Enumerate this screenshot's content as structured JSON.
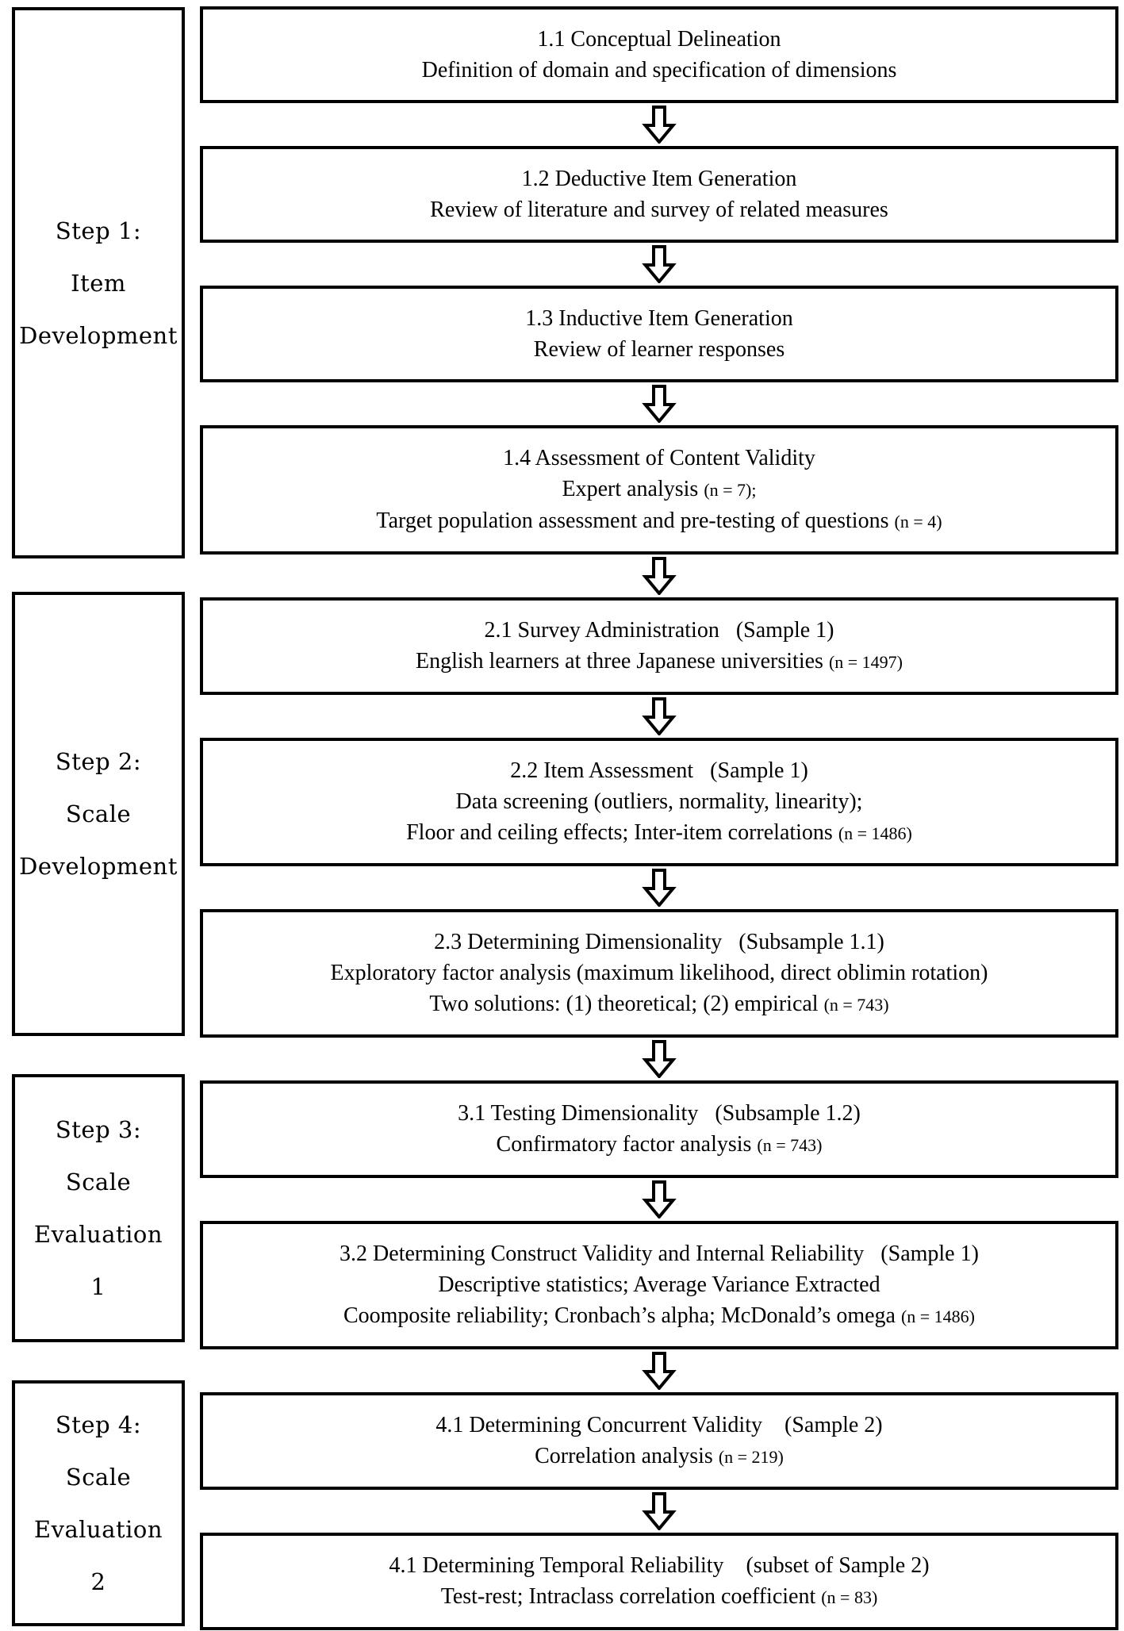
{
  "colors": {
    "border": "#000000",
    "background": "#ffffff",
    "text": "#000000"
  },
  "steps": [
    {
      "label_lines": [
        "Step 1:",
        "Item",
        "Development"
      ]
    },
    {
      "label_lines": [
        "Step 2:",
        "Scale",
        "Development"
      ]
    },
    {
      "label_lines": [
        "Step 3:",
        "Scale",
        "Evaluation",
        "1"
      ]
    },
    {
      "label_lines": [
        "Step 4:",
        "Scale",
        "Evaluation",
        "2"
      ]
    }
  ],
  "boxes": [
    {
      "id": "1-1",
      "lines": [
        [
          {
            "text": "1.1 Conceptual Delineation",
            "small": false
          }
        ],
        [
          {
            "text": "Definition of domain and specification of dimensions",
            "small": false
          }
        ]
      ]
    },
    {
      "id": "1-2",
      "lines": [
        [
          {
            "text": "1.2 Deductive Item Generation",
            "small": false
          }
        ],
        [
          {
            "text": "Review of literature and survey of related measures",
            "small": false
          }
        ]
      ]
    },
    {
      "id": "1-3",
      "lines": [
        [
          {
            "text": "1.3 Inductive Item Generation",
            "small": false
          }
        ],
        [
          {
            "text": "Review of learner responses",
            "small": false
          }
        ]
      ]
    },
    {
      "id": "1-4",
      "lines": [
        [
          {
            "text": "1.4 Assessment of Content Validity",
            "small": false
          }
        ],
        [
          {
            "text": "Expert analysis ",
            "small": false
          },
          {
            "text": "(n = 7);",
            "small": true
          }
        ],
        [
          {
            "text": "Target population assessment and pre-testing of questions ",
            "small": false
          },
          {
            "text": "(n = 4)",
            "small": true
          }
        ]
      ]
    },
    {
      "id": "2-1",
      "lines": [
        [
          {
            "text": "2.1 Survey Administration   (Sample 1)",
            "small": false
          }
        ],
        [
          {
            "text": "English learners at three Japanese universities ",
            "small": false
          },
          {
            "text": "(n = 1497)",
            "small": true
          }
        ]
      ]
    },
    {
      "id": "2-2",
      "lines": [
        [
          {
            "text": "2.2 Item Assessment   (Sample 1)",
            "small": false
          }
        ],
        [
          {
            "text": "Data screening (outliers, normality, linearity);",
            "small": false
          }
        ],
        [
          {
            "text": "Floor and ceiling effects; Inter-item correlations ",
            "small": false
          },
          {
            "text": "(n = 1486)",
            "small": true
          }
        ]
      ]
    },
    {
      "id": "2-3",
      "lines": [
        [
          {
            "text": "2.3 Determining Dimensionality   (Subsample 1.1)",
            "small": false
          }
        ],
        [
          {
            "text": "Exploratory factor analysis (maximum likelihood, direct oblimin rotation)",
            "small": false
          }
        ],
        [
          {
            "text": "Two solutions: (1) theoretical; (2) empirical ",
            "small": false
          },
          {
            "text": "(n = 743)",
            "small": true
          }
        ]
      ]
    },
    {
      "id": "3-1",
      "lines": [
        [
          {
            "text": "3.1 Testing Dimensionality   (Subsample 1.2)",
            "small": false
          }
        ],
        [
          {
            "text": "Confirmatory factor analysis ",
            "small": false
          },
          {
            "text": "(n = 743)",
            "small": true
          }
        ]
      ]
    },
    {
      "id": "3-2",
      "lines": [
        [
          {
            "text": "3.2 Determining Construct Validity and Internal Reliability   (Sample 1)",
            "small": false
          }
        ],
        [
          {
            "text": "Descriptive statistics; Average Variance Extracted",
            "small": false
          }
        ],
        [
          {
            "text": "Coomposite reliability; Cronbach’s alpha; McDonald’s omega ",
            "small": false
          },
          {
            "text": "(n = 1486)",
            "small": true
          }
        ]
      ]
    },
    {
      "id": "4-1",
      "lines": [
        [
          {
            "text": "4.1 Determining Concurrent Validity    (Sample 2)",
            "small": false
          }
        ],
        [
          {
            "text": "Correlation analysis ",
            "small": false
          },
          {
            "text": "(n = 219)",
            "small": true
          }
        ]
      ]
    },
    {
      "id": "4-2",
      "lines": [
        [
          {
            "text": "4.1 Determining Temporal Reliability    (subset of Sample 2)",
            "small": false
          }
        ],
        [
          {
            "text": "Test-rest; Intraclass correlation coefficient ",
            "small": false
          },
          {
            "text": "(n = 83)",
            "small": true
          }
        ]
      ]
    }
  ]
}
